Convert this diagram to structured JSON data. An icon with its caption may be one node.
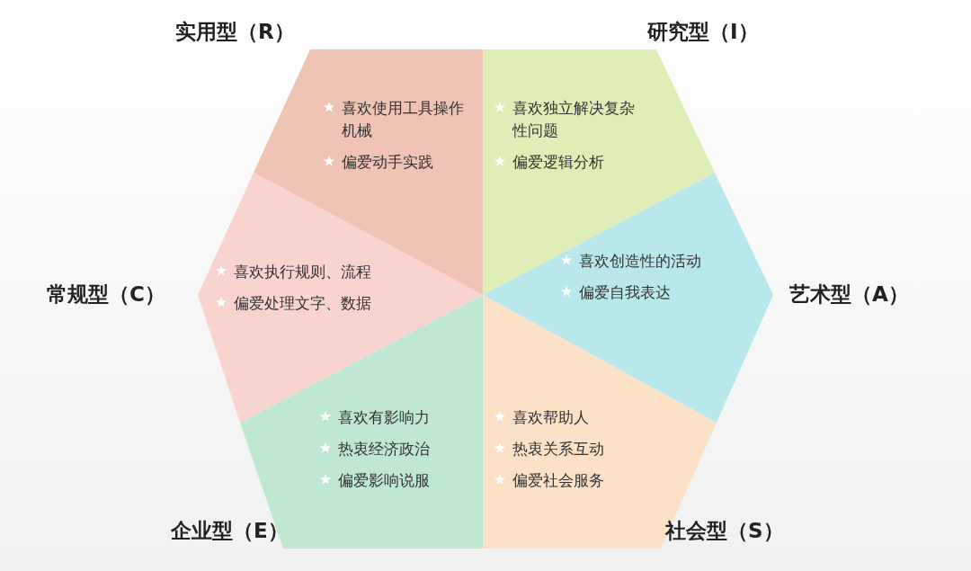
{
  "diagram": {
    "nodes": [
      {
        "text": [
          "实用型（R）",
          "喜欢使用工具操作机械",
          "偏爱动手实践"
        ]
      },
      {
        "text": [
          "研究型（I）",
          "喜欢独立解决复杂性问题",
          "偏爱逻辑分析"
        ]
      },
      {
        "text": [
          "常规型（C）",
          "喜欢执行规则、流程",
          "偏爱处理文字、数据"
        ]
      },
      {
        "text": [
          "艺术型（A）",
          "喜欢创造性的活动",
          "偏爱自我表达"
        ]
      },
      {
        "text": [
          "企业型（E）",
          "喜欢有影响力",
          "热衷经济政治",
          "偏爱影响说服"
        ]
      },
      {
        "text": [
          "社会型（S）",
          "喜欢帮助人",
          "热衷关系互动",
          "偏爱社会服务"
        ]
      }
    ]
  }
}
